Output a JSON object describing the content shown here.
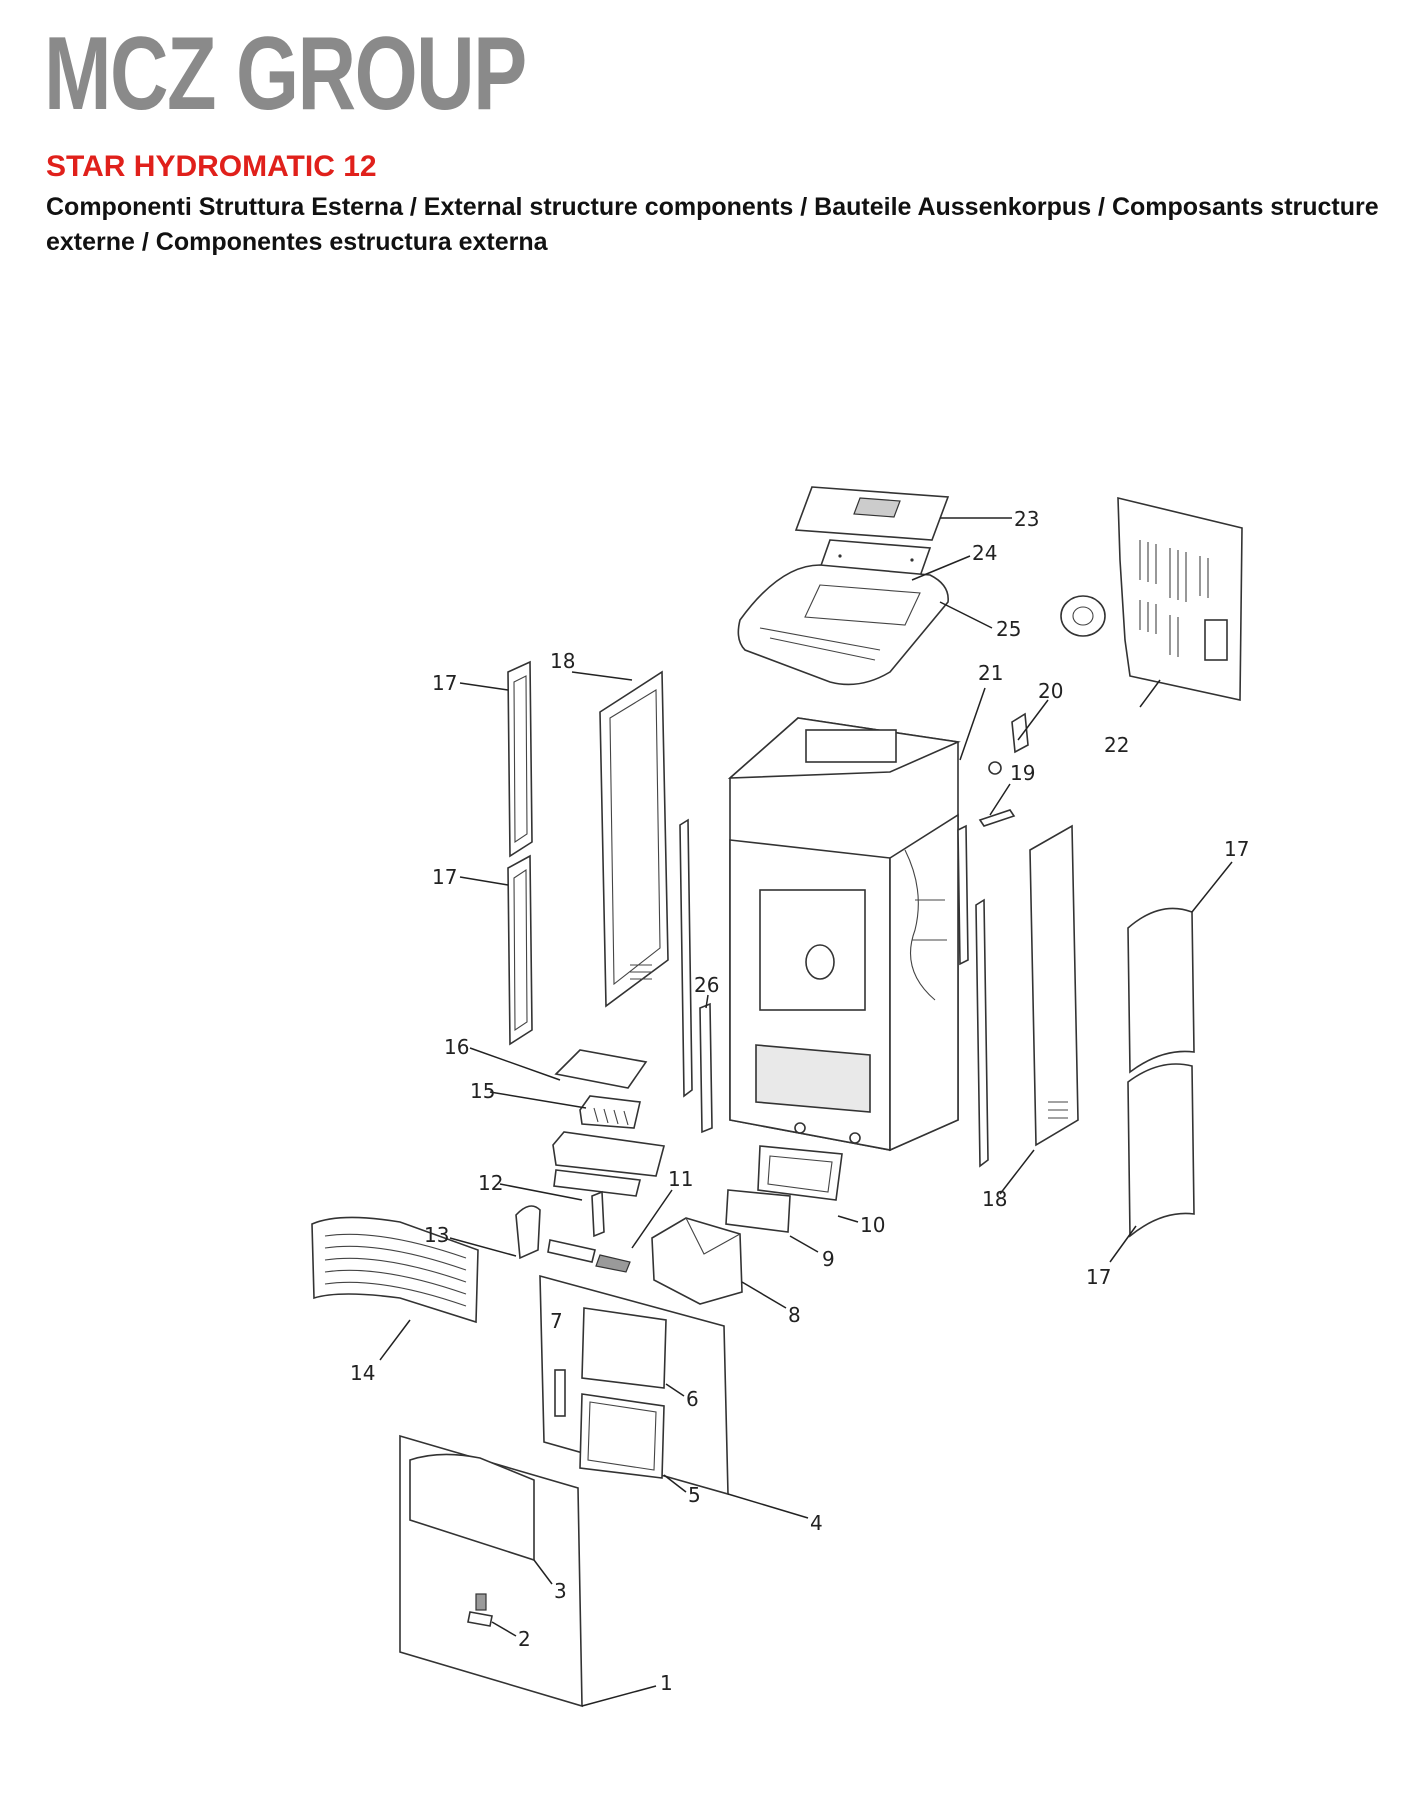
{
  "header": {
    "brand": "MCZ GROUP",
    "model": "STAR HYDROMATIC 12",
    "subtitle": "Componenti Struttura Esterna / External structure components / Bauteile Aussenkorpus / Composants structure externe / Componentes estructura externa"
  },
  "callouts": {
    "c1": "1",
    "c2": "2",
    "c3": "3",
    "c4": "4",
    "c5": "5",
    "c6": "6",
    "c7": "7",
    "c8": "8",
    "c9": "9",
    "c10": "10",
    "c11": "11",
    "c12": "12",
    "c13": "13",
    "c14": "14",
    "c15": "15",
    "c16": "16",
    "c17a": "17",
    "c17b": "17",
    "c17c": "17",
    "c17d": "17",
    "c18a": "18",
    "c18b": "18",
    "c19": "19",
    "c20": "20",
    "c21": "21",
    "c22": "22",
    "c23": "23",
    "c24": "24",
    "c25": "25",
    "c26": "26"
  }
}
